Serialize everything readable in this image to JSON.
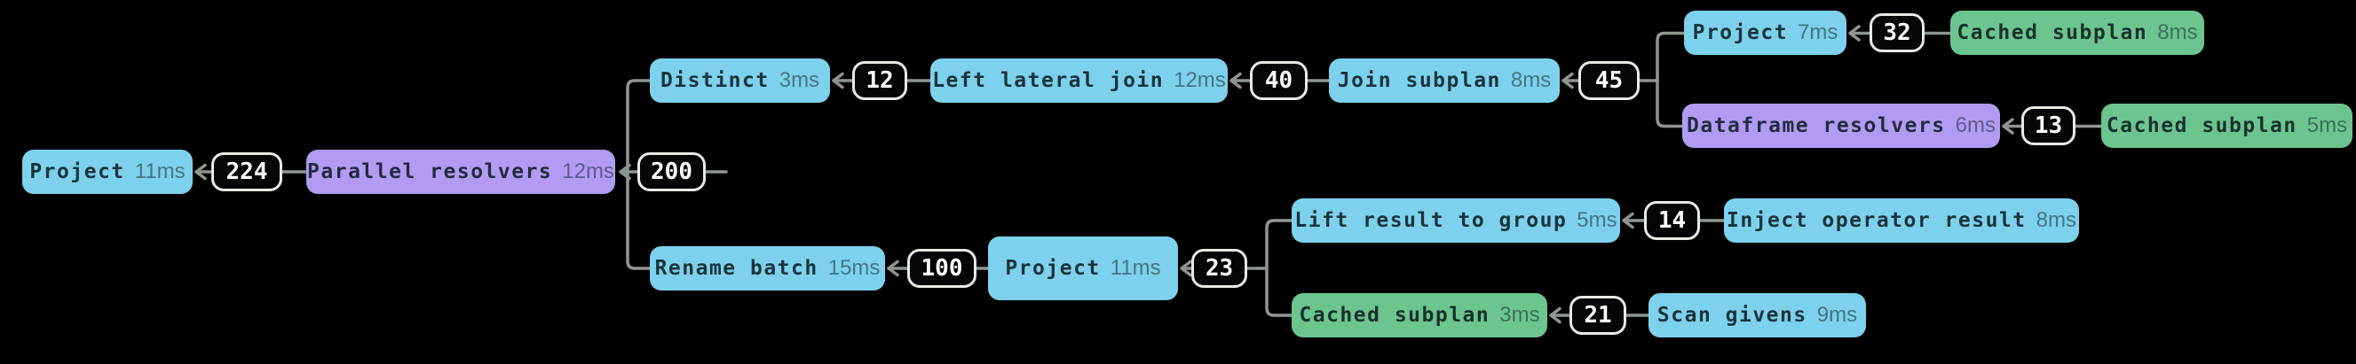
{
  "colors": {
    "background": "#000000",
    "node_blue": "#7dd1ec",
    "node_purple": "#b29bf4",
    "node_green": "#6cc58e",
    "edge_line": "#8e968f",
    "badge_background": "#060606",
    "badge_border": "#e8eae4",
    "badge_text": "#ffffff",
    "node_label_text": "#1e3136",
    "node_duration_text": "#5c6e73"
  },
  "nodes": [
    {
      "label": "Project",
      "duration": "11ms",
      "type": "blue"
    },
    {
      "label": "Parallel resolvers",
      "duration": "12ms",
      "type": "purple"
    },
    {
      "label": "Distinct",
      "duration": "3ms",
      "type": "blue"
    },
    {
      "label": "Left lateral join",
      "duration": "12ms",
      "type": "blue"
    },
    {
      "label": "Join subplan",
      "duration": "8ms",
      "type": "blue"
    },
    {
      "label": "Project",
      "duration": "7ms",
      "type": "blue"
    },
    {
      "label": "Cached subplan",
      "duration": "8ms",
      "type": "green"
    },
    {
      "label": "Dataframe resolvers",
      "duration": "6ms",
      "type": "purple"
    },
    {
      "label": "Cached subplan",
      "duration": "5ms",
      "type": "green"
    },
    {
      "label": "Rename batch",
      "duration": "15ms",
      "type": "blue"
    },
    {
      "label": "Project",
      "duration": "11ms",
      "type": "blue"
    },
    {
      "label": "Lift result to group",
      "duration": "5ms",
      "type": "blue"
    },
    {
      "label": "Inject operator result",
      "duration": "8ms",
      "type": "blue"
    },
    {
      "label": "Cached subplan",
      "duration": "3ms",
      "type": "green"
    },
    {
      "label": "Scan givens",
      "duration": "9ms",
      "type": "blue"
    }
  ],
  "badges": [
    {
      "value": "224"
    },
    {
      "value": "200"
    },
    {
      "value": "12"
    },
    {
      "value": "40"
    },
    {
      "value": "45"
    },
    {
      "value": "32"
    },
    {
      "value": "13"
    },
    {
      "value": "100"
    },
    {
      "value": "23"
    },
    {
      "value": "14"
    },
    {
      "value": "21"
    }
  ]
}
